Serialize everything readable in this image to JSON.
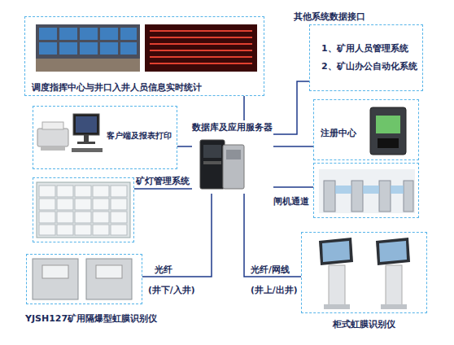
{
  "diagram": {
    "nodes": [
      {
        "text": [
          "调度指挥中心与井口入井人员信息实时统计"
        ]
      },
      {
        "text": [
          "其他系统数据接口",
          "1、矿用人员管理系统",
          "2、矿山办公自动化系统"
        ]
      },
      {
        "text": [
          "客户端及报表打印"
        ]
      },
      {
        "text": [
          "数据库及应用服务器"
        ]
      },
      {
        "text": [
          "注册中心"
        ]
      },
      {
        "text": [
          "矿灯管理系统"
        ]
      },
      {
        "text": [
          "闸机通道"
        ]
      },
      {
        "text": [
          "YJSH127矿用隔爆型虹膜识别仪"
        ]
      },
      {
        "text": [
          "柜式虹膜识别仪"
        ]
      }
    ],
    "edges": [
      {
        "from": 3,
        "to": 0,
        "arrow": "none"
      },
      {
        "from": 3,
        "to": 1,
        "arrow": "none"
      },
      {
        "from": 3,
        "to": 2,
        "arrow": "none"
      },
      {
        "from": 3,
        "to": 4,
        "arrow": "none"
      },
      {
        "from": 3,
        "to": 5,
        "arrow": "none"
      },
      {
        "from": 3,
        "to": 6,
        "arrow": "none"
      },
      {
        "from": 3,
        "to": 7,
        "label": "光纤",
        "arrow": "none"
      },
      {
        "from": 3,
        "to": 8,
        "label": "光纤/网线",
        "arrow": "none"
      }
    ],
    "labels": [
      "(井下/入井)",
      "(井上/出井)"
    ]
  }
}
